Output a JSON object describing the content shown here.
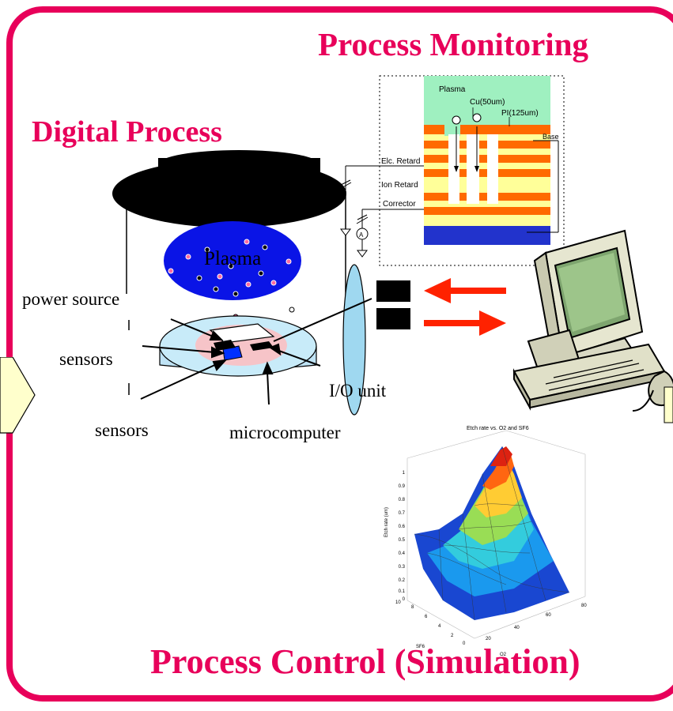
{
  "titles": {
    "process_monitoring": "Process Monitoring",
    "digital_process": "Digital Process",
    "process_control": "Process Control (Simulation)"
  },
  "chamber": {
    "plasma_label": "Plasma"
  },
  "labels": {
    "power_source": "power source",
    "sensors_top": "sensors",
    "sensors_bottom": "sensors",
    "microcomputer": "microcomputer",
    "io_unit": "I/O unit"
  },
  "probe": {
    "plasma": "Plasma",
    "cu": "Cu(50um)",
    "pi": "PI(125um)",
    "base": "Base",
    "elc_retard": "Elc. Retard",
    "ion_retard": "Ion Retard",
    "corrector": "Corrector",
    "ammeter": "A"
  },
  "plot": {
    "title": "Etch rate vs. O2 and SF6",
    "zlabel": "Etch rate (um)",
    "z_ticks": [
      "1",
      "0.9",
      "0.8",
      "0.7",
      "0.6",
      "0.5",
      "0.4",
      "0.3",
      "0.2",
      "0.1",
      "0"
    ],
    "y_ticks": [
      "10",
      "8",
      "6",
      "4",
      "2",
      "0"
    ],
    "x_ticks": [
      "20",
      "40",
      "60",
      "80"
    ],
    "ylabel": "SF6",
    "xlabel": "O2"
  },
  "colors": {
    "accent": "#e8005a",
    "arrow": "#ff2200",
    "plasma": "#0a14e6"
  }
}
